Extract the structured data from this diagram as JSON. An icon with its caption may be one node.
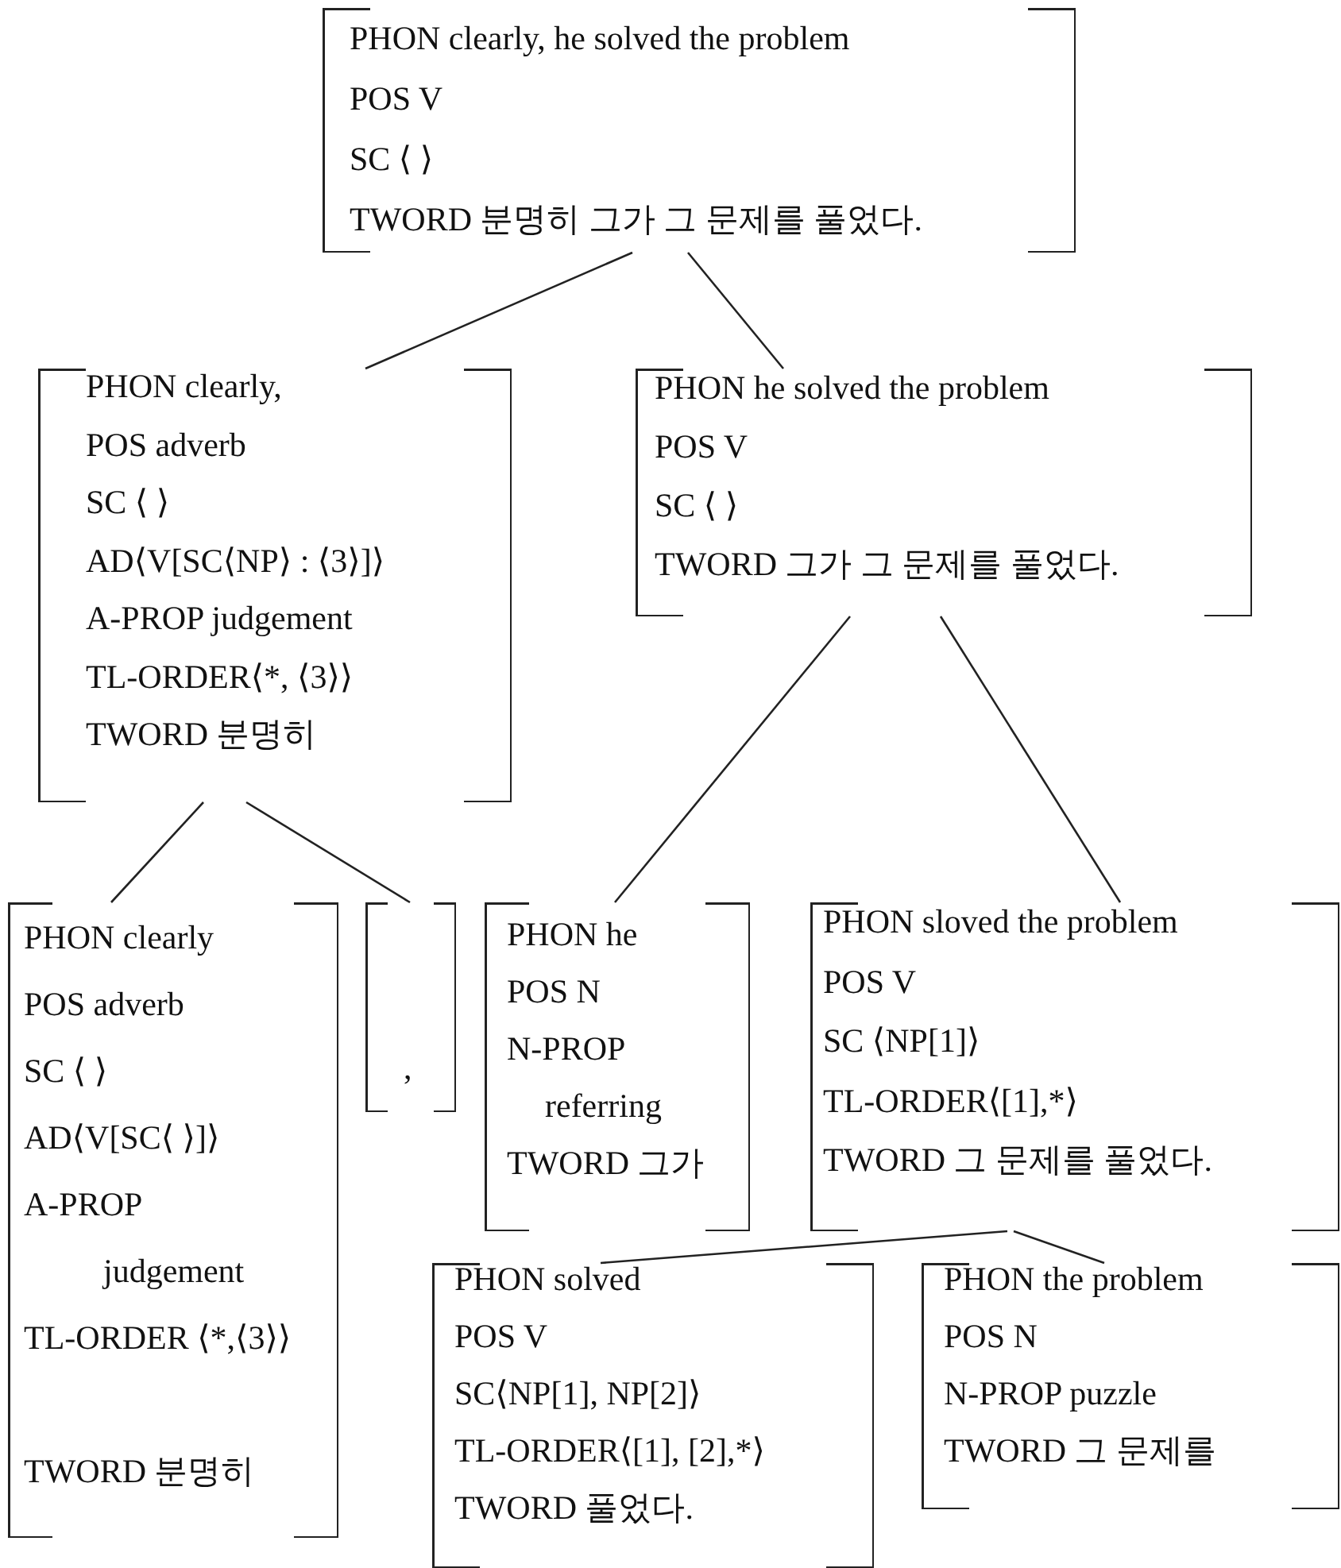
{
  "diagram": {
    "nodes": [
      {
        "text": [
          "PHON clearly, he solved the problem",
          "POS V",
          "SC ⟨ ⟩",
          "TWORD 분명히 그가 그 문제를 풀었다."
        ]
      },
      {
        "text": [
          "PHON clearly,",
          "POS adverb",
          "SC ⟨ ⟩",
          "AD⟨V[SC⟨NP⟩ : ⟨3⟩]⟩",
          "A-PROP judgement",
          "TL-ORDER⟨*, ⟨3⟩⟩",
          "TWORD 분명히"
        ]
      },
      {
        "text": [
          "PHON he solved the problem",
          "POS V",
          "SC ⟨ ⟩",
          "TWORD 그가 그 문제를 풀었다."
        ]
      },
      {
        "text": [
          "PHON clearly",
          "POS adverb",
          "SC ⟨ ⟩",
          "AD⟨V[SC⟨ ⟩]⟩",
          "A-PROP judgement",
          "TL-ORDER ⟨*,⟨3⟩⟩",
          "TWORD 분명히"
        ]
      },
      {
        "text": [
          ","
        ]
      },
      {
        "text": [
          "PHON he",
          "POS N",
          "N-PROP referring",
          "TWORD 그가"
        ]
      },
      {
        "text": [
          "PHON sloved the problem",
          "POS V",
          "SC ⟨NP[1]⟩",
          "TL-ORDER⟨[1],*⟩",
          "TWORD 그 문제를 풀었다."
        ]
      },
      {
        "text": [
          "PHON solved",
          "POS V",
          "SC⟨NP[1], NP[2]⟩",
          "TL-ORDER⟨[1], [2],*⟩",
          "TWORD 풀었다."
        ]
      },
      {
        "text": [
          "PHON the problem",
          "POS N",
          "N-PROP puzzle",
          "TWORD 그 문제를"
        ]
      }
    ],
    "edges": [
      {
        "from": 0,
        "to": 1,
        "arrow": "none"
      },
      {
        "from": 0,
        "to": 2,
        "arrow": "none"
      },
      {
        "from": 1,
        "to": 3,
        "arrow": "none"
      },
      {
        "from": 1,
        "to": 4,
        "arrow": "none"
      },
      {
        "from": 2,
        "to": 5,
        "arrow": "none"
      },
      {
        "from": 2,
        "to": 6,
        "arrow": "none"
      },
      {
        "from": 6,
        "to": 7,
        "arrow": "none"
      },
      {
        "from": 6,
        "to": 8,
        "arrow": "none"
      }
    ]
  }
}
